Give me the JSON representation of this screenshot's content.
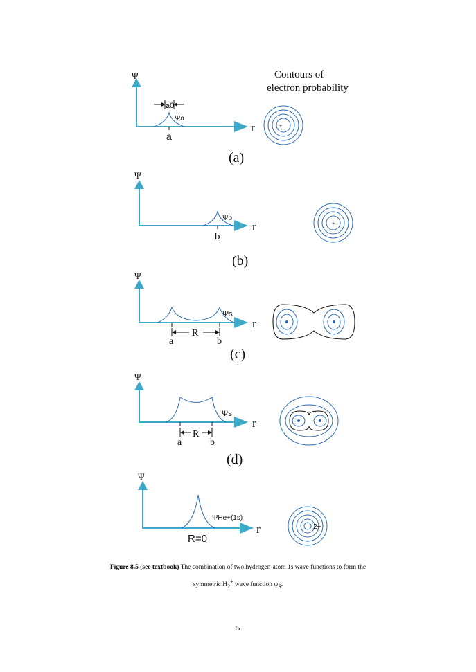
{
  "figure": {
    "contours_title_line1": "Contours of",
    "contours_title_line2": "electron probability",
    "axis_psi": "Ψ",
    "axis_r": "r",
    "panel_a": {
      "label": "(a)",
      "psi": "Ψa",
      "a0": "a0",
      "site": "a",
      "center_mark": "+"
    },
    "panel_b": {
      "label": "(b)",
      "psi": "Ψb",
      "site": "b",
      "center_mark": "+"
    },
    "panel_c": {
      "label": "(c)",
      "psi": "Ψs",
      "site_a": "a",
      "site_b": "b",
      "distance": "R"
    },
    "panel_d": {
      "label": "(d)",
      "psi": "Ψs",
      "site_a": "a",
      "site_b": "b",
      "distance": "R"
    },
    "panel_e": {
      "psi": "ΨHe+(1s)",
      "distance_label": "R=0",
      "charge": "2+"
    }
  },
  "caption": {
    "bold": "Figure 8.5 (see textbook)",
    "line1_rest": " The combination of two hydrogen-atom 1s wave functions to form the",
    "line2_pre": "symmetric H",
    "line2_sub": "2",
    "line2_sup": "+",
    "line2_post": " wave function ψ",
    "line2_sub2": "S",
    "line2_end": "."
  },
  "page_number": "5",
  "colors": {
    "accent": "#3da9c9",
    "curve": "#2b6cb0",
    "ink": "#111111"
  }
}
